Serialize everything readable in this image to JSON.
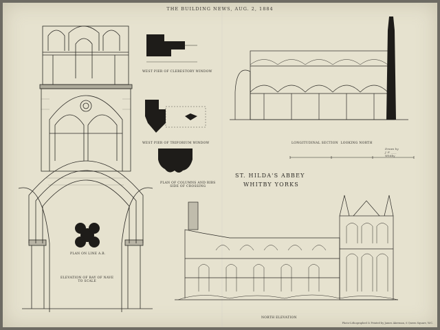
{
  "header": {
    "text": "The Building News, Aug. 2, 1884"
  },
  "title": {
    "line1": "St. Hilda's Abbey",
    "line2": "Whitby Yorks"
  },
  "captions": {
    "west_plan": "West Pier of Clerestory Window",
    "triforium_plan": "West Pier of Triforium Window",
    "column_plan": "Plan of Columns and Ribs",
    "column_plan_2": "Side of Crossing",
    "plan_ab": "Plan on Line A.B.",
    "elevation_bay_1": "Elevation of Bay of Nave",
    "elevation_bay_2": "to Scale",
    "long_section": "Longitudinal Section",
    "long_section_sub": "Looking North",
    "north_elevation": "North Elevation"
  },
  "signature": {
    "lines": [
      "Drawn by",
      "J. F. ____",
      "Whitby"
    ]
  },
  "footer": {
    "text": "Photo-Lithographed & Printed by James Akerman, 6 Queen Square, W.C."
  },
  "colors": {
    "paper": "#e6e2cf",
    "ink": "#2a2824",
    "mount": "#6d6b63"
  }
}
